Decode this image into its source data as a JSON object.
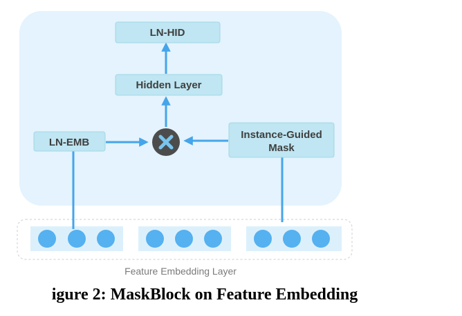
{
  "nodes": {
    "ln_hid": "LN-HID",
    "hidden_layer": "Hidden Layer",
    "ln_emb": "LN-EMB",
    "mask_line1": "Instance-Guided",
    "mask_line2": "Mask",
    "multiply_icon": "multiply-icon"
  },
  "embedding_layer": {
    "label": "Feature Embedding Layer",
    "groups": [
      {
        "embeddings": 3
      },
      {
        "embeddings": 3
      },
      {
        "embeddings": 3
      }
    ]
  },
  "caption": "igure 2: MaskBlock on Feature Embedding",
  "colors": {
    "panel": "#e4f3fd",
    "node_fill": "#bfe6f2",
    "node_border": "#a2d7e8",
    "arrow": "#45a5ea",
    "dot": "#55b1ef",
    "embedding_box": "#dcf0fc",
    "multiply_circle": "#4c4c4c",
    "multiply_x": "#78c4ee",
    "node_text": "#3f3f3f",
    "layer_text": "#7a7a7a"
  }
}
